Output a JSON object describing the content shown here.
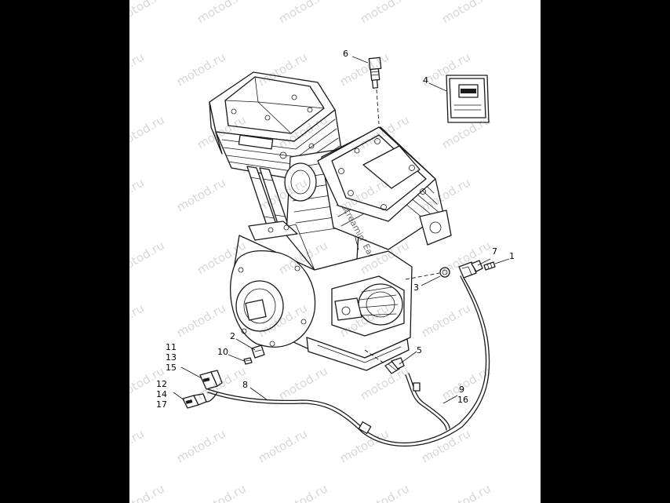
{
  "watermark": "motod.ru",
  "callouts": {
    "c1": "1",
    "c2": "2",
    "c3": "3",
    "c4": "4",
    "c5": "5",
    "c6": "6",
    "c7": "7",
    "c8": "8",
    "c9": "9",
    "c10": "10",
    "c11": "11",
    "c12": "12",
    "c13": "13",
    "c14": "14",
    "c15": "15",
    "c16": "16",
    "c17": "17"
  },
  "colors": {
    "page_background": "#000000",
    "diagram_background": "#ffffff",
    "line_art": "#1a1a1a"
  }
}
